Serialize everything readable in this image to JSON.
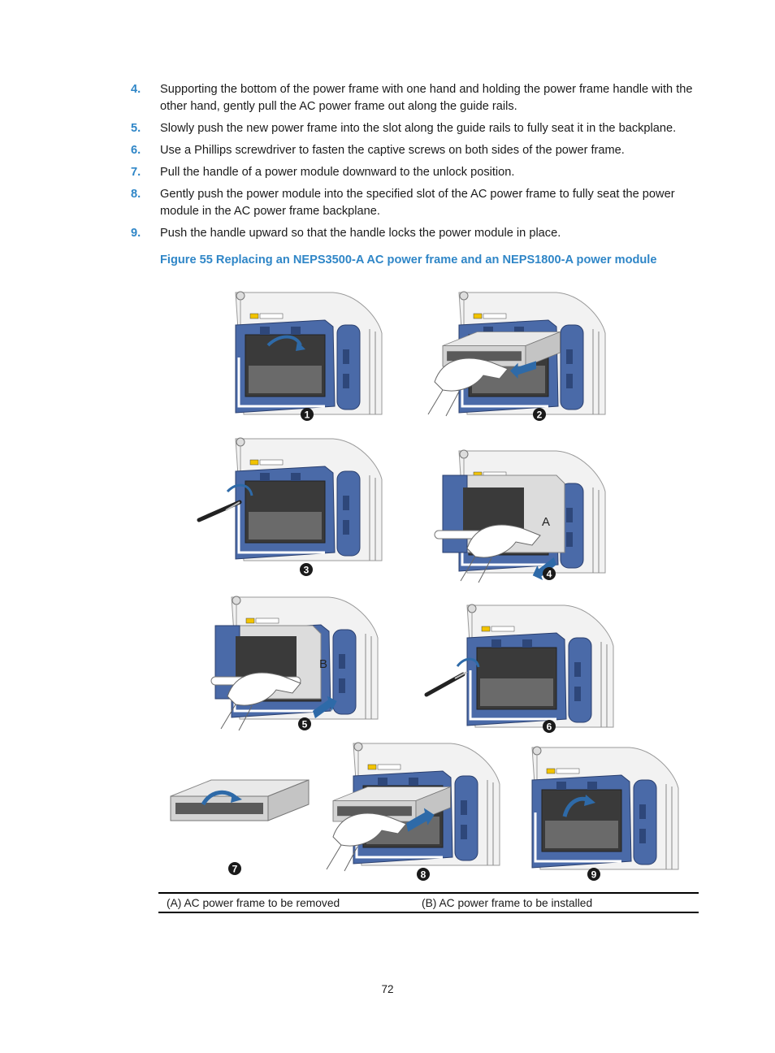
{
  "steps": [
    {
      "num": "4.",
      "text": "Supporting the bottom of the power frame with one hand and holding the power frame handle with the other hand, gently pull the AC power frame out along the guide rails."
    },
    {
      "num": "5.",
      "text": "Slowly push the new power frame into the slot along the guide rails to fully seat it in the backplane."
    },
    {
      "num": "6.",
      "text": "Use a Phillips screwdriver to fasten the captive screws on both sides of the power frame."
    },
    {
      "num": "7.",
      "text": "Pull the handle of a power module downward to the unlock position."
    },
    {
      "num": "8.",
      "text": "Gently push the power module into the specified slot of the AC power frame to fully seat the power module in the AC power frame backplane."
    },
    {
      "num": "9.",
      "text": "Push the handle upward so that the handle locks the power module in place."
    }
  ],
  "figure": {
    "caption": "Figure 55 Replacing an NEPS3500-A AC power frame and an NEPS1800-A power module",
    "panel_numbers": [
      "1",
      "2",
      "3",
      "4",
      "5",
      "6",
      "7",
      "8",
      "9"
    ],
    "frame_labels": {
      "a": "A",
      "b": "B"
    },
    "colors": {
      "chassis_blue": "#4a6aa8",
      "arrow_blue": "#2e6aa8",
      "badge": "#1a1a1a"
    }
  },
  "legend": {
    "a": "(A) AC power frame to be removed",
    "b": "(B) AC power frame to be installed"
  },
  "page_number": "72"
}
